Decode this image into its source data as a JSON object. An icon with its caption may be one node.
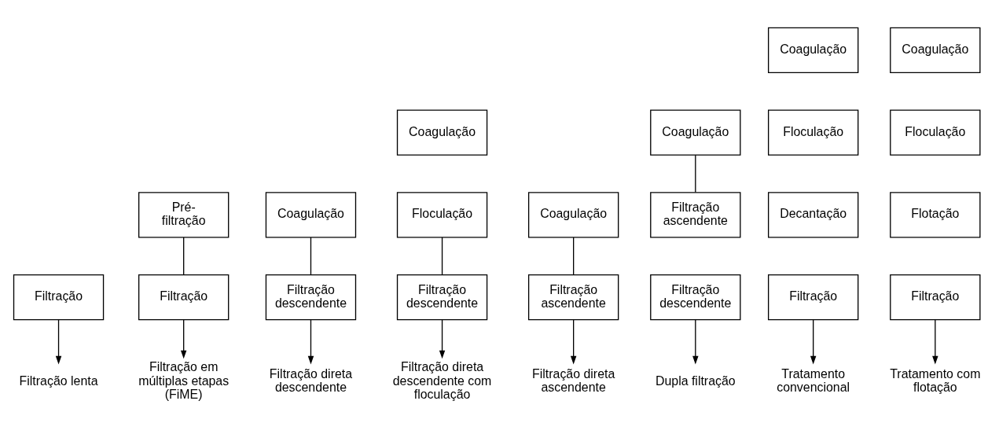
{
  "diagram": {
    "nodes": [
      {
        "text": [
          "Filtração"
        ]
      },
      {
        "text": [
          "Filtração lenta"
        ]
      },
      {
        "text": [
          "Pré-filtração"
        ]
      },
      {
        "text": [
          "Filtração"
        ]
      },
      {
        "text": [
          "Filtração em múltiplas etapas (FiME)"
        ]
      },
      {
        "text": [
          "Coagulação"
        ]
      },
      {
        "text": [
          "Filtração descendente"
        ]
      },
      {
        "text": [
          "Filtração direta descendente"
        ]
      },
      {
        "text": [
          "Coagulação"
        ]
      },
      {
        "text": [
          "Floculação"
        ]
      },
      {
        "text": [
          "Filtração descendente"
        ]
      },
      {
        "text": [
          "Filtração direta descendente com floculação"
        ]
      },
      {
        "text": [
          "Coagulação"
        ]
      },
      {
        "text": [
          "Filtração ascendente"
        ]
      },
      {
        "text": [
          "Filtração direta ascendente"
        ]
      },
      {
        "text": [
          "Coagulação"
        ]
      },
      {
        "text": [
          "Filtração ascendente"
        ]
      },
      {
        "text": [
          "Filtração descendente"
        ]
      },
      {
        "text": [
          "Dupla filtração"
        ]
      },
      {
        "text": [
          "Coagulação"
        ]
      },
      {
        "text": [
          "Floculação"
        ]
      },
      {
        "text": [
          "Decantação"
        ]
      },
      {
        "text": [
          "Filtração"
        ]
      },
      {
        "text": [
          "Tratamento convencional"
        ]
      },
      {
        "text": [
          "Coagulação"
        ]
      },
      {
        "text": [
          "Floculação"
        ]
      },
      {
        "text": [
          "Flotação"
        ]
      },
      {
        "text": [
          "Filtração"
        ]
      },
      {
        "text": [
          "Tratamento com flotação"
        ]
      }
    ],
    "edges": [
      {
        "from": 0,
        "to": 1,
        "arrow": "to"
      },
      {
        "from": 2,
        "to": 3,
        "arrow": "none"
      },
      {
        "from": 3,
        "to": 4,
        "arrow": "to"
      },
      {
        "from": 5,
        "to": 6,
        "arrow": "none"
      },
      {
        "from": 6,
        "to": 7,
        "arrow": "to"
      },
      {
        "from": 9,
        "to": 10,
        "arrow": "none"
      },
      {
        "from": 10,
        "to": 11,
        "arrow": "to"
      },
      {
        "from": 12,
        "to": 13,
        "arrow": "none"
      },
      {
        "from": 13,
        "to": 14,
        "arrow": "to"
      },
      {
        "from": 15,
        "to": 16,
        "arrow": "none"
      },
      {
        "from": 17,
        "to": 18,
        "arrow": "to"
      },
      {
        "from": 22,
        "to": 23,
        "arrow": "to"
      },
      {
        "from": 27,
        "to": 28,
        "arrow": "to"
      }
    ]
  }
}
